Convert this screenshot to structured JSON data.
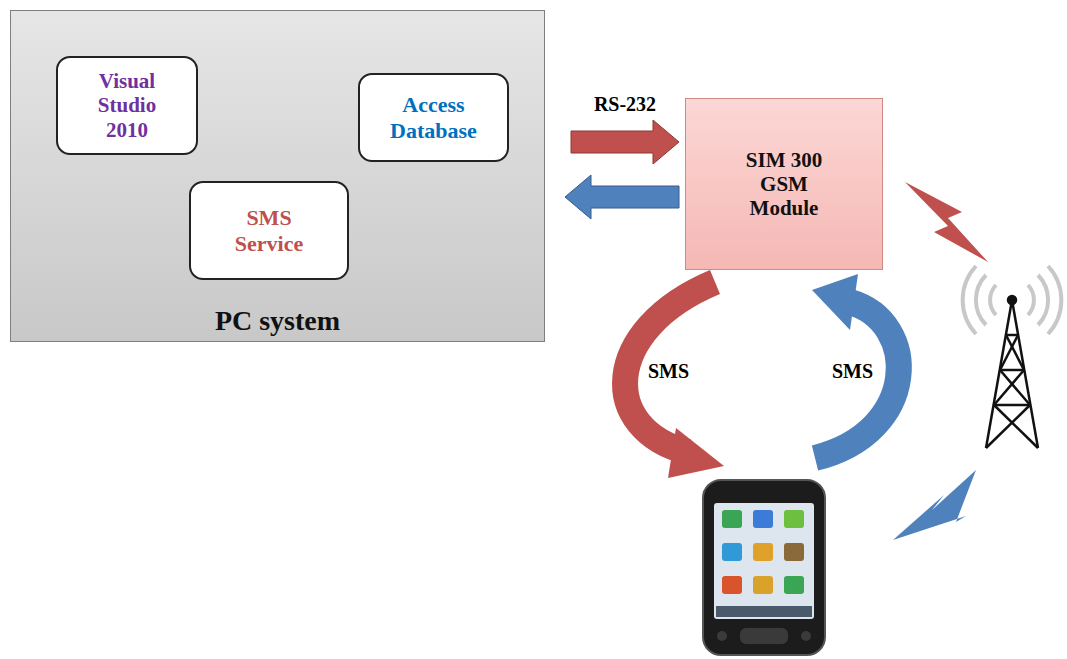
{
  "diagram": {
    "nodes": [
      {
        "text": [
          "PC system"
        ]
      },
      {
        "text": [
          "Visual Studio 2010"
        ],
        "in": 0
      },
      {
        "text": [
          "Access Database"
        ],
        "in": 0
      },
      {
        "text": [
          "SMS Service"
        ],
        "in": 0
      },
      {
        "text": [
          "SIM 300 GSM Module"
        ]
      }
    ],
    "edges": [
      {
        "from": 0,
        "to": 4,
        "label": "RS-232",
        "arrow": "to"
      },
      {
        "from": 4,
        "to": 0,
        "arrow": "to"
      }
    ],
    "labels": [
      "SMS",
      "SMS"
    ]
  }
}
